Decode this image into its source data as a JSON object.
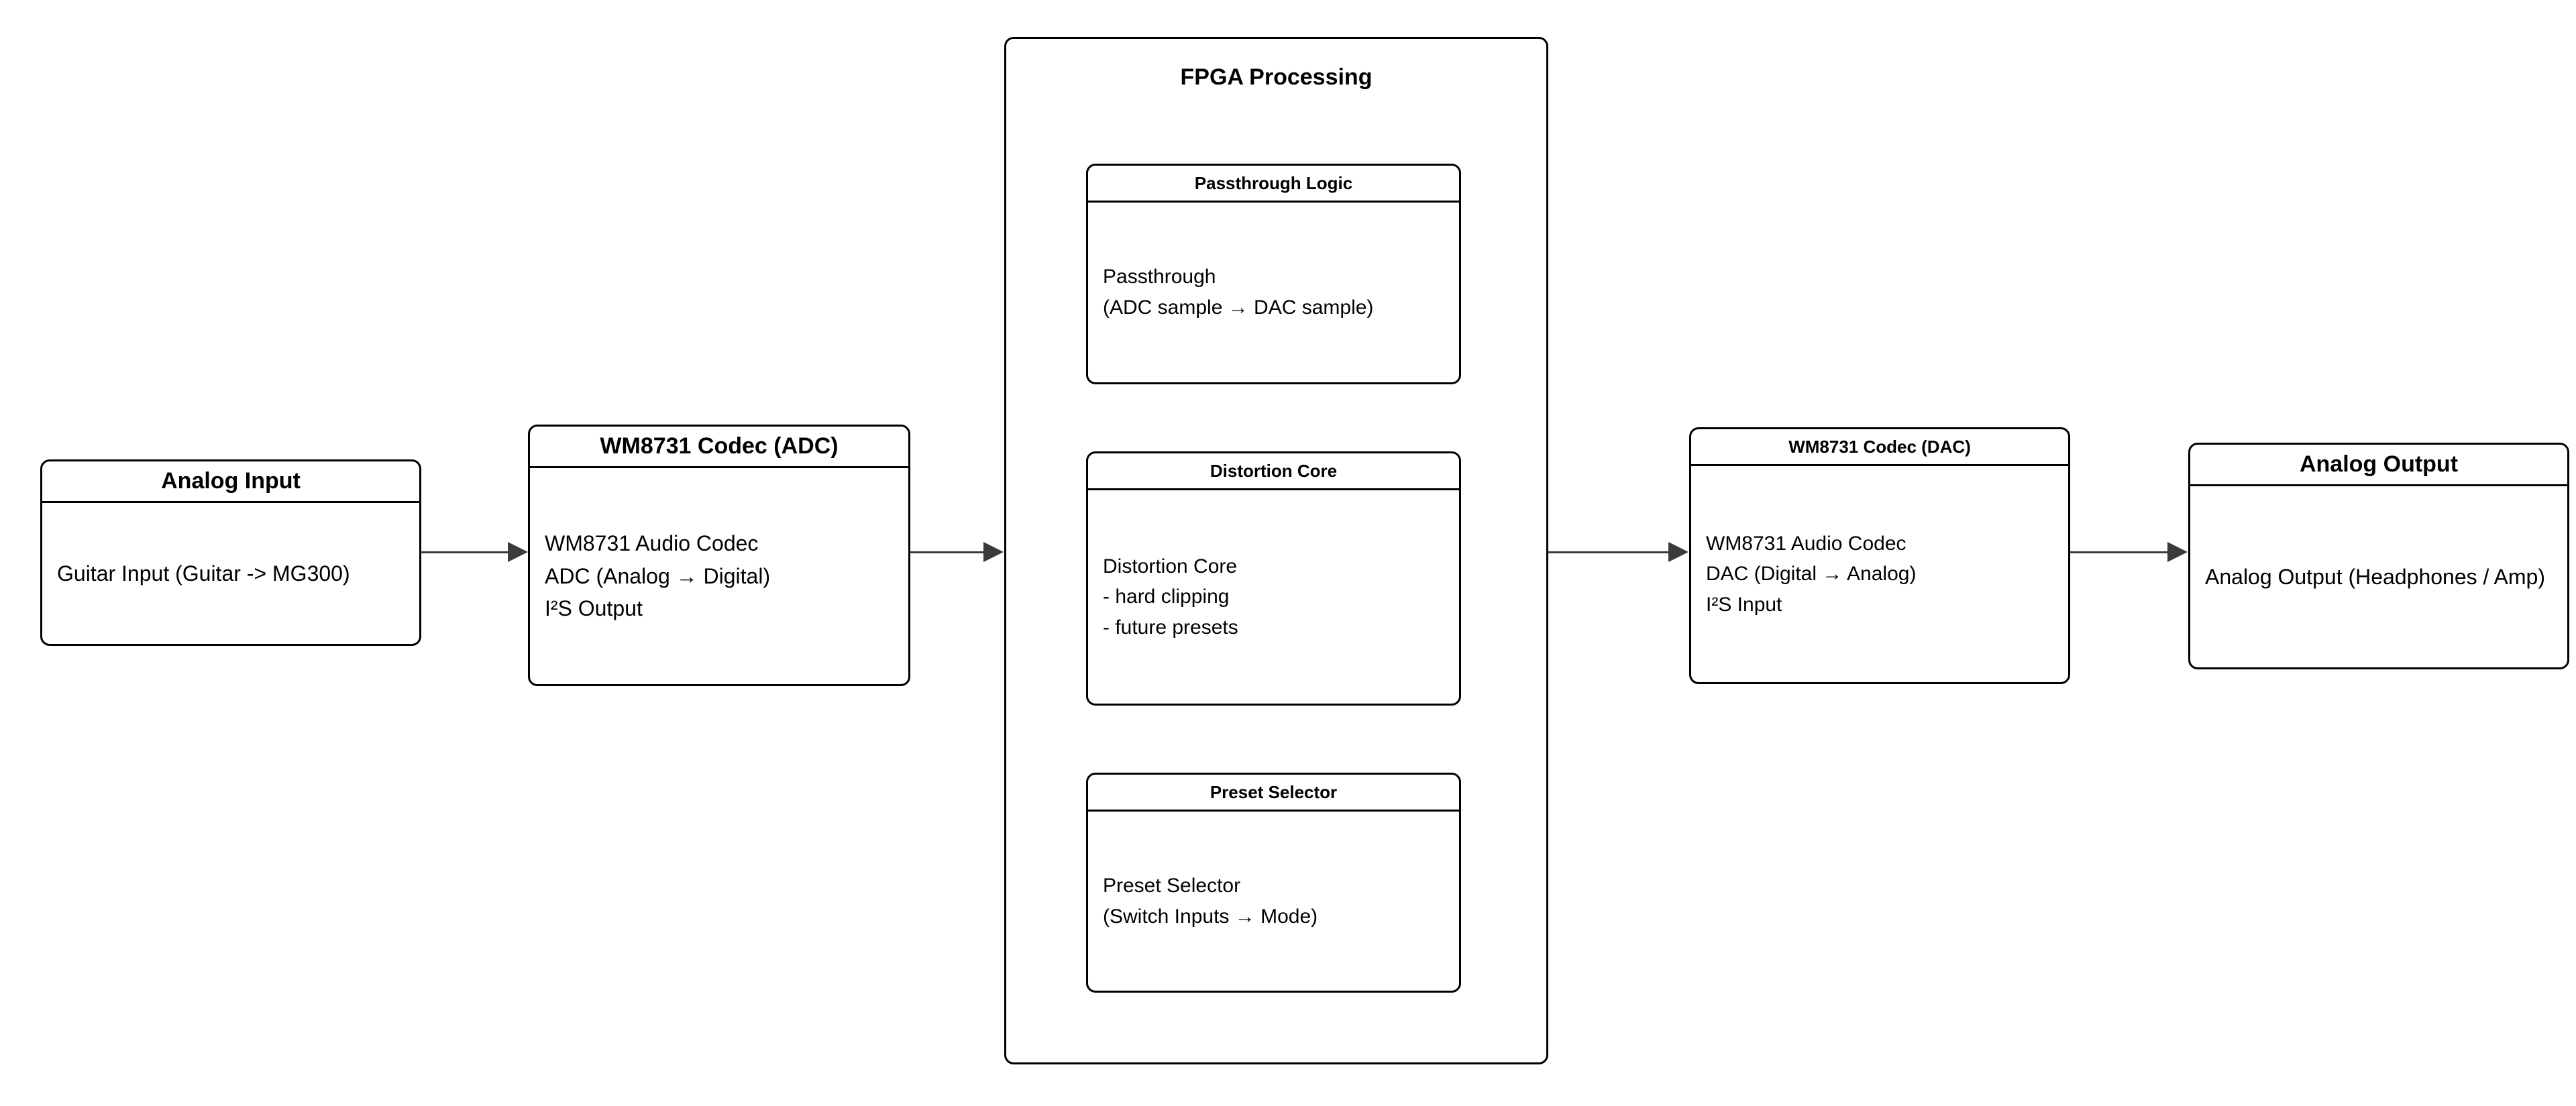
{
  "diagram": {
    "nodes": [
      {
        "id": "analog-input",
        "title": "Analog Input",
        "body": "Guitar Input (Guitar -> MG300)"
      },
      {
        "id": "codec-adc",
        "title": "WM8731  Codec (ADC)",
        "body": "WM8731 Audio Codec\nADC (Analog → Digital)\nI²S Output"
      },
      {
        "id": "codec-dac",
        "title": "WM8731 Codec (DAC)",
        "body": "WM8731 Audio Codec\nDAC (Digital → Analog)\nI²S Input"
      },
      {
        "id": "analog-output",
        "title": "Analog Output",
        "body": "Analog Output (Headphones / Amp)"
      }
    ],
    "container": {
      "id": "fpga-processing",
      "title": "FPGA Processing",
      "children": [
        {
          "id": "passthrough-logic",
          "title": "Passthrough Logic",
          "body": "Passthrough\n(ADC sample → DAC sample)"
        },
        {
          "id": "distortion-core",
          "title": "Distortion Core",
          "body": "Distortion Core\n- hard clipping\n- future presets"
        },
        {
          "id": "preset-selector",
          "title": "Preset Selector",
          "body": "Preset Selector\n(Switch Inputs → Mode)"
        }
      ]
    },
    "edges": [
      {
        "id": "edge-input-to-adc",
        "from": "analog-input",
        "to": "codec-adc"
      },
      {
        "id": "edge-adc-to-fpga",
        "from": "codec-adc",
        "to": "fpga-processing"
      },
      {
        "id": "edge-fpga-to-dac",
        "from": "fpga-processing",
        "to": "codec-dac"
      },
      {
        "id": "edge-dac-to-output",
        "from": "codec-dac",
        "to": "analog-output"
      }
    ],
    "colors": {
      "stroke": "#000000",
      "edge": "#3b3b3b",
      "background": "#ffffff"
    }
  }
}
